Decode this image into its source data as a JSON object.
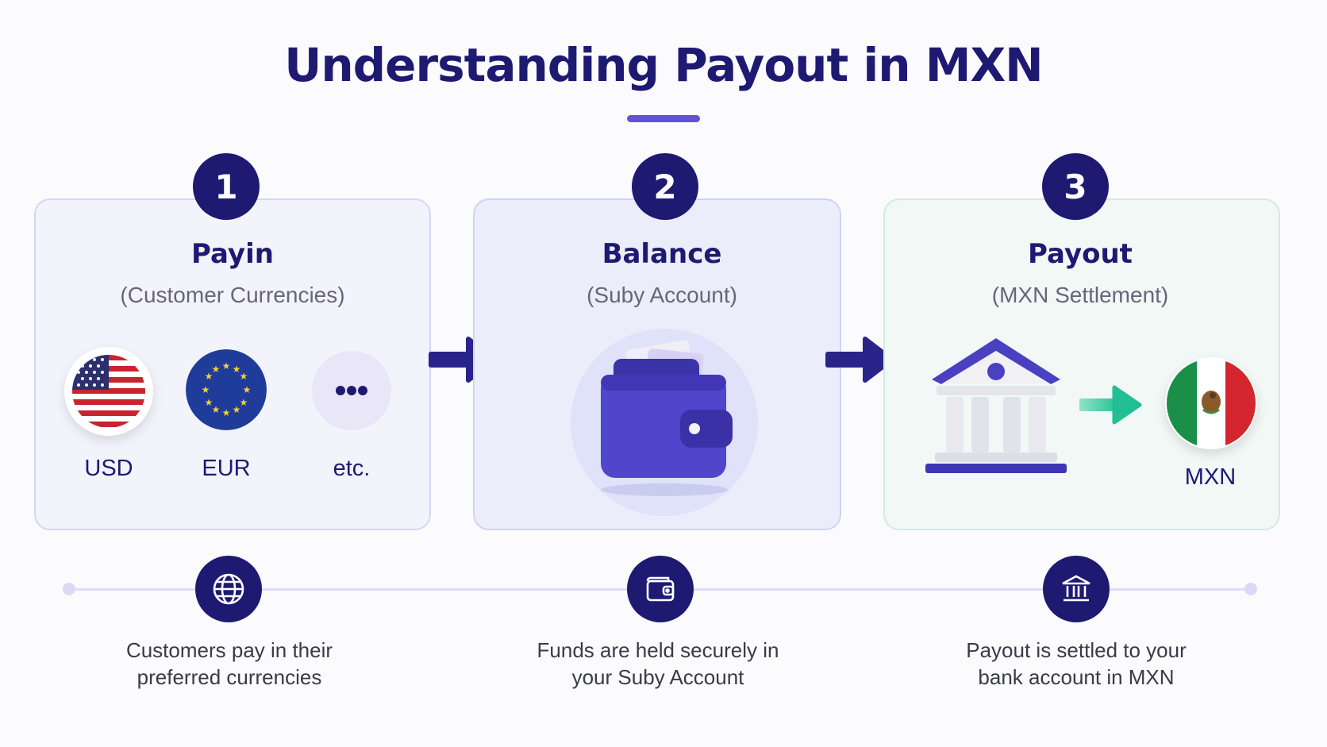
{
  "title": "Understanding Payout in MXN",
  "colors": {
    "primary": "#1e1a72",
    "accent": "#6152d6",
    "green_arrow": "#2fc39a"
  },
  "steps": [
    {
      "number": "1",
      "title": "Payin",
      "subtitle": "(Customer Currencies)",
      "currencies": [
        "USD",
        "EUR",
        "etc."
      ],
      "timeline_icon": "globe-icon",
      "description_line1": "Customers pay in their",
      "description_line2": "preferred currencies"
    },
    {
      "number": "2",
      "title": "Balance",
      "subtitle": "(Suby Account)",
      "illustration": "wallet-icon",
      "timeline_icon": "wallet-icon",
      "description_line1": "Funds are held securely in",
      "description_line2": "your Suby Account"
    },
    {
      "number": "3",
      "title": "Payout",
      "subtitle": "(MXN Settlement)",
      "illustration": "bank-icon",
      "target_currency": "MXN",
      "timeline_icon": "bank-icon",
      "description_line1": "Payout is settled to your",
      "description_line2": "bank account in MXN"
    }
  ]
}
